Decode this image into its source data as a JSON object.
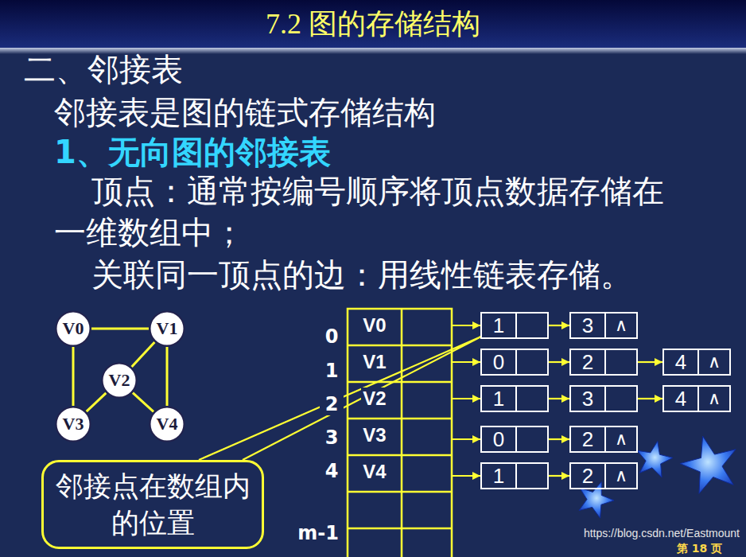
{
  "diagram": {
    "title": "7.2 图的存储结构",
    "nodes": [
      {
        "text": [
          "V0"
        ]
      },
      {
        "text": [
          "V1"
        ]
      },
      {
        "text": [
          "V2"
        ]
      },
      {
        "text": [
          "V3"
        ]
      },
      {
        "text": [
          "V4"
        ]
      },
      {
        "text": [
          "V0"
        ]
      },
      {
        "text": [
          "V1"
        ]
      },
      {
        "text": [
          "V2"
        ]
      },
      {
        "text": [
          "V3"
        ]
      },
      {
        "text": [
          "V4"
        ]
      },
      {
        "text": [
          "1"
        ]
      },
      {
        "text": [
          "3",
          "∧"
        ]
      },
      {
        "text": [
          "0"
        ]
      },
      {
        "text": [
          "2"
        ]
      },
      {
        "text": [
          "4",
          "∧"
        ]
      },
      {
        "text": [
          "1"
        ]
      },
      {
        "text": [
          "3"
        ]
      },
      {
        "text": [
          "4",
          "∧"
        ]
      },
      {
        "text": [
          "0"
        ]
      },
      {
        "text": [
          "2",
          "∧"
        ]
      },
      {
        "text": [
          "1"
        ]
      },
      {
        "text": [
          "2",
          "∧"
        ]
      },
      {
        "text": [
          "邻接点在数组内 的位置"
        ]
      }
    ],
    "edges": [
      {
        "from": 0,
        "to": 1,
        "arrow": "none"
      },
      {
        "from": 0,
        "to": 3,
        "arrow": "none"
      },
      {
        "from": 1,
        "to": 2,
        "arrow": "none"
      },
      {
        "from": 1,
        "to": 4,
        "arrow": "none"
      },
      {
        "from": 2,
        "to": 3,
        "arrow": "none"
      },
      {
        "from": 2,
        "to": 4,
        "arrow": "none"
      },
      {
        "from": 5,
        "to": 10,
        "arrow": "to"
      },
      {
        "from": 6,
        "to": 12,
        "arrow": "to"
      },
      {
        "from": 7,
        "to": 15,
        "arrow": "to"
      },
      {
        "from": 8,
        "to": 18,
        "arrow": "to"
      },
      {
        "from": 9,
        "to": 20,
        "arrow": "to"
      },
      {
        "from": 10,
        "to": 11,
        "arrow": "to"
      },
      {
        "from": 12,
        "to": 13,
        "arrow": "to"
      },
      {
        "from": 13,
        "to": 14,
        "arrow": "to"
      },
      {
        "from": 15,
        "to": 16,
        "arrow": "to"
      },
      {
        "from": 16,
        "to": 17,
        "arrow": "to"
      },
      {
        "from": 18,
        "to": 19,
        "arrow": "to"
      },
      {
        "from": 20,
        "to": 21,
        "arrow": "to"
      },
      {
        "from": 22,
        "to": 10,
        "arrow": "none"
      }
    ],
    "labels": [
      "二、邻接表",
      "邻接表是图的链式存储结构",
      "1、无向图的邻接表",
      "顶点：通常按编号顺序将顶点数据存储在 一维数组中；",
      "关联同一顶点的边：用线性链表存储。",
      "0",
      "1",
      "2",
      "3",
      "4",
      "m-1",
      "https://blog.csdn.net/Eastmount",
      "第 18 页"
    ]
  }
}
